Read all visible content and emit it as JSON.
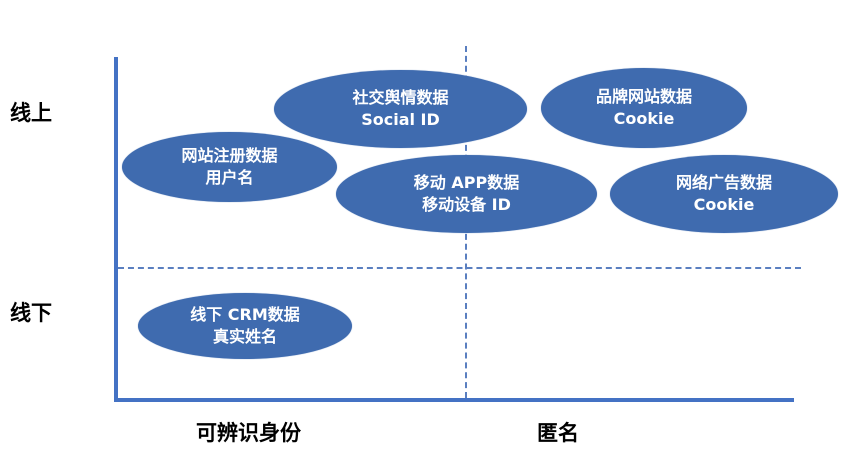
{
  "rows": {
    "online": "线上",
    "offline": "线下"
  },
  "columns": {
    "identifiable": "可辨识身份",
    "anonymous": "匿名"
  },
  "colors": {
    "bubble_fill": "#3F6BAF",
    "axis": "#4472C4",
    "divider": "#5A7FC0"
  },
  "bubbles": [
    {
      "title": "网站注册数据",
      "subtitle": "用户名",
      "row": "线上",
      "column": "可辨识身份"
    },
    {
      "title": "社交舆情数据",
      "subtitle": "Social ID",
      "row": "线上",
      "column": "可辨识身份/匿名"
    },
    {
      "title": "移动 APP数据",
      "subtitle": "移动设备 ID",
      "row": "线上",
      "column": "可辨识身份/匿名"
    },
    {
      "title": "品牌网站数据",
      "subtitle": "Cookie",
      "row": "线上",
      "column": "匿名"
    },
    {
      "title": "网络广告数据",
      "subtitle": "Cookie",
      "row": "线上",
      "column": "匿名"
    },
    {
      "title": "线下 CRM数据",
      "subtitle": "真实姓名",
      "row": "线下",
      "column": "可辨识身份"
    }
  ]
}
